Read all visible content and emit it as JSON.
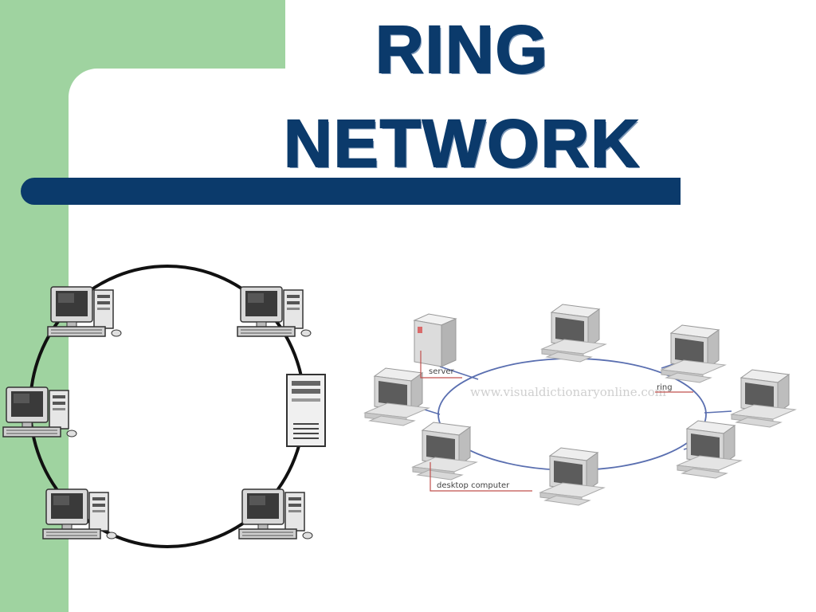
{
  "slide": {
    "title_line1": "RING",
    "title_line2": "NETWORK"
  },
  "diagram_right": {
    "labels": {
      "server": "server",
      "ring": "ring",
      "desktop": "desktop computer"
    },
    "watermark": "www.visualdictionaryonline.com"
  },
  "colors": {
    "title": "#0b3a6b",
    "accent_green": "#9fd3a0",
    "ring_line": "#5a6fb0",
    "callout": "#c0504d"
  }
}
